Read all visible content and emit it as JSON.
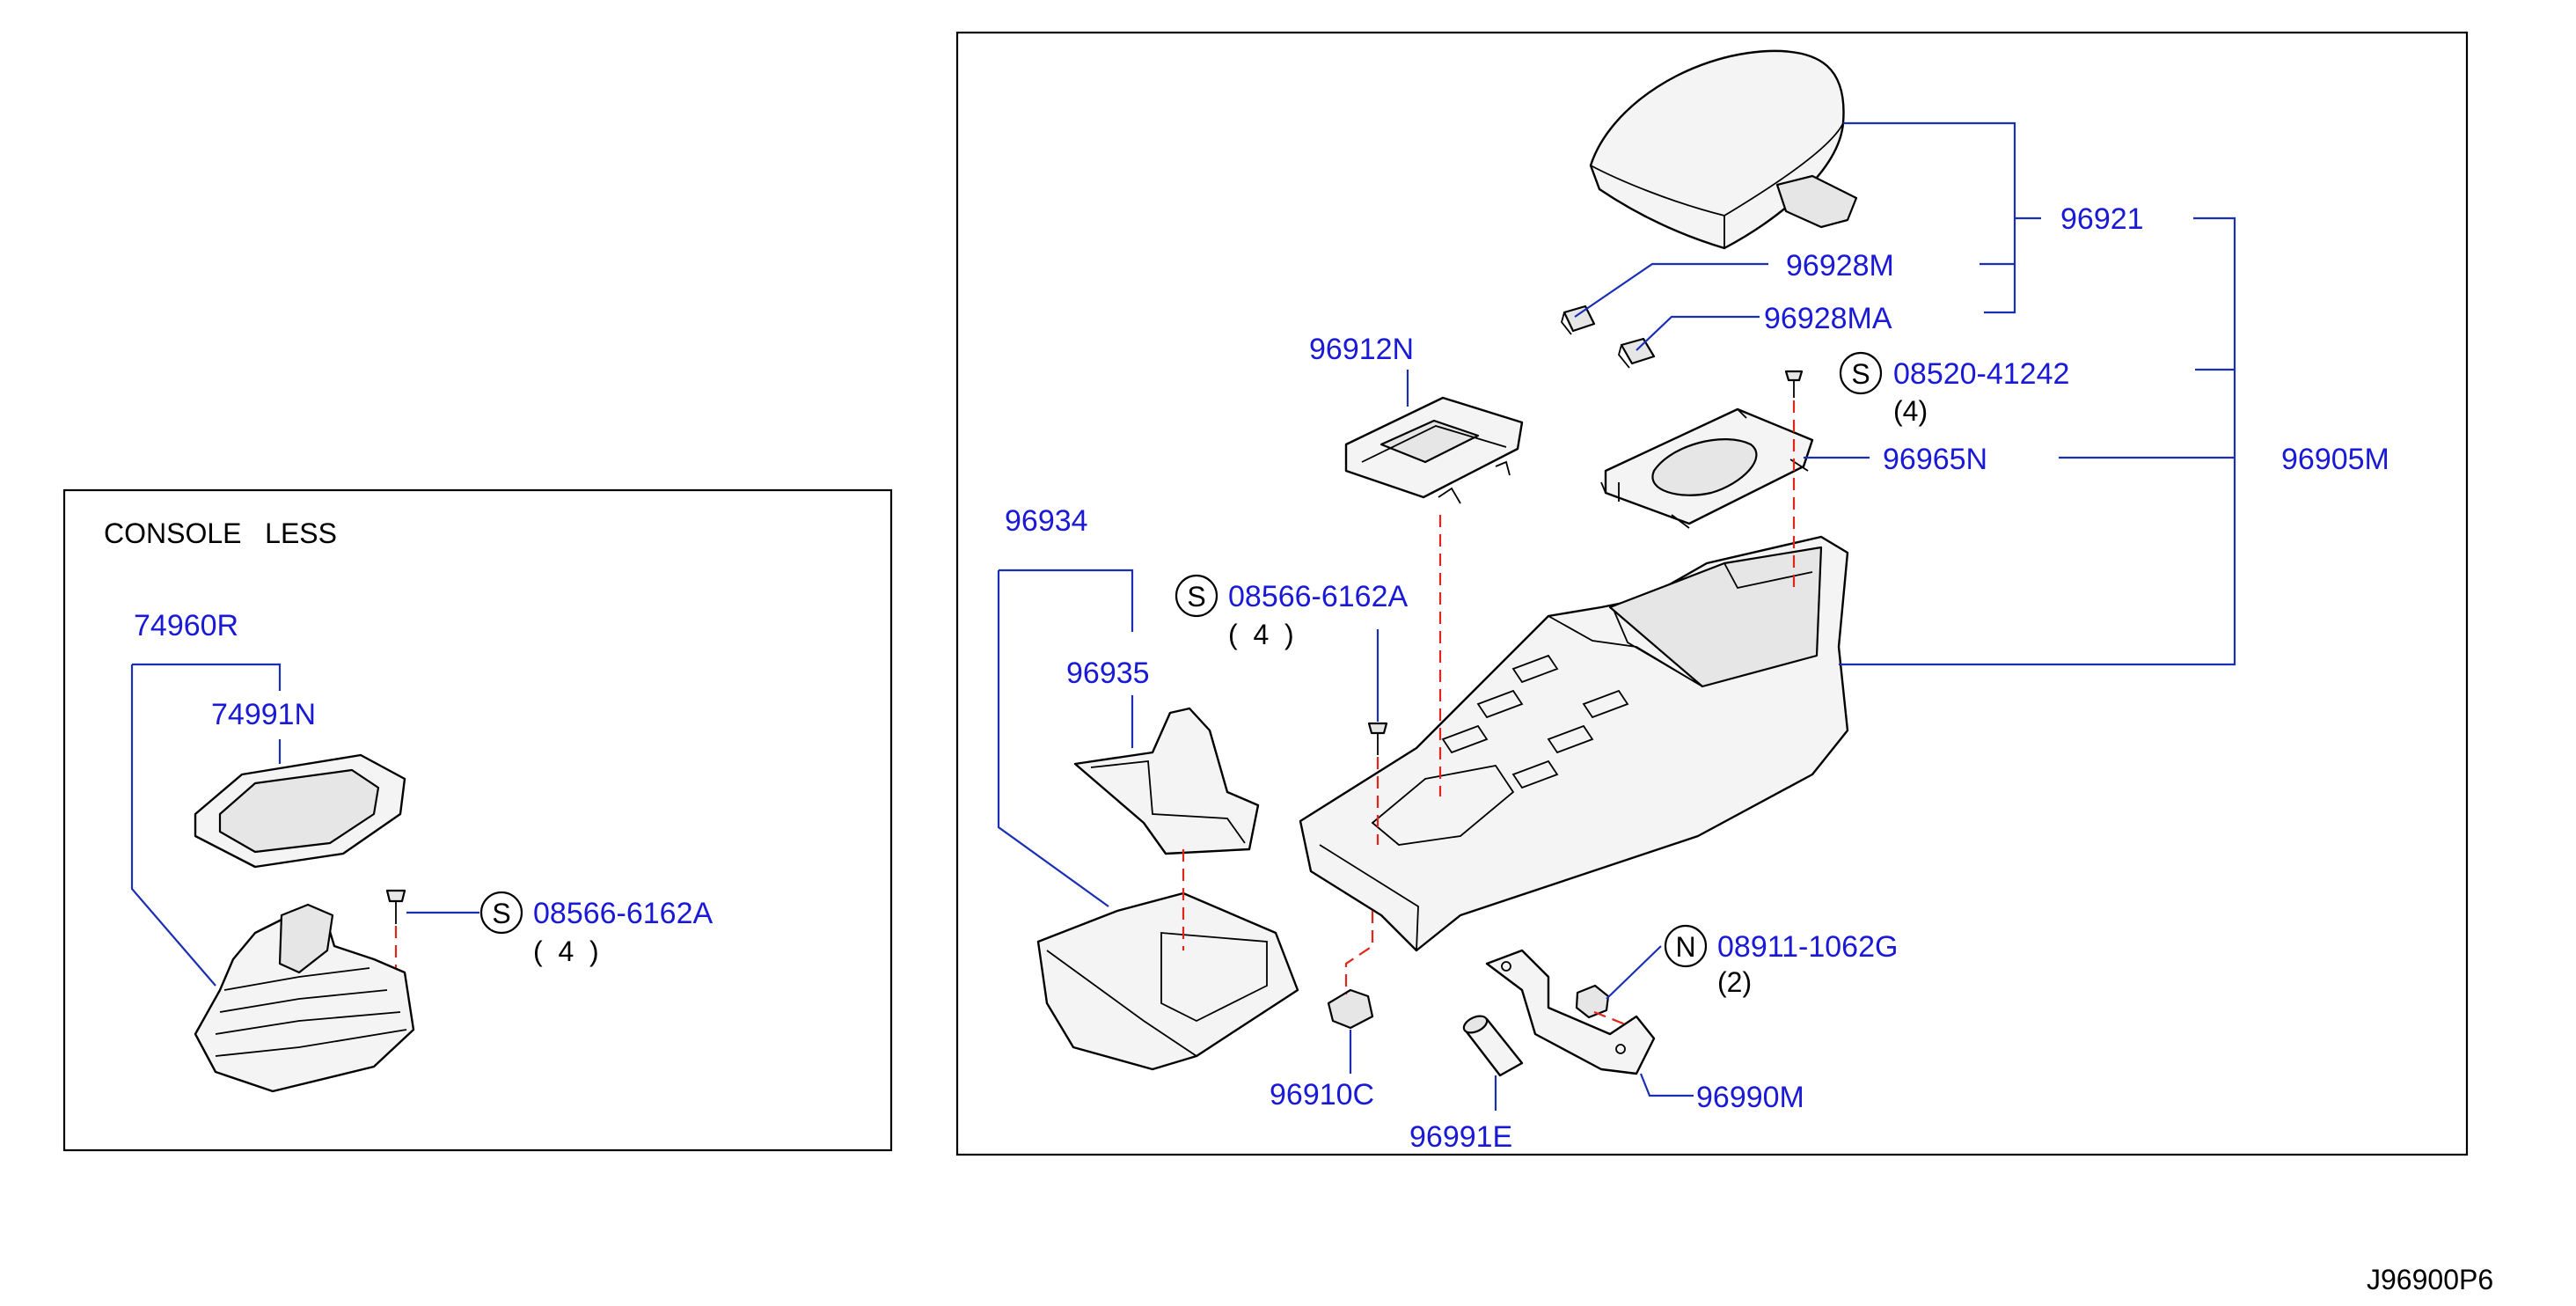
{
  "diagram": {
    "console_less_title": "CONSOLE   LESS",
    "figure_code": "J96900P6",
    "labels": {
      "p96921": "96921",
      "p96928M": "96928M",
      "p96928MA": "96928MA",
      "p96912N": "96912N",
      "p96965N": "96965N",
      "p96905M": "96905M",
      "p96934": "96934",
      "p96935": "96935",
      "p96910C": "96910C",
      "p96991E": "96991E",
      "p96990M": "96990M",
      "p74960R": "74960R",
      "p74991N": "74991N"
    },
    "fasteners": [
      {
        "id": "f1",
        "symbol": "S",
        "part": "08520-41242",
        "qty": "(4)"
      },
      {
        "id": "f2",
        "symbol": "S",
        "part": "08566-6162A",
        "qty": "(  4  )"
      },
      {
        "id": "f3",
        "symbol": "N",
        "part": "08911-1062G",
        "qty": "(2)"
      },
      {
        "id": "f4",
        "symbol": "S",
        "part": "08566-6162A",
        "qty": "(  4  )"
      }
    ]
  }
}
